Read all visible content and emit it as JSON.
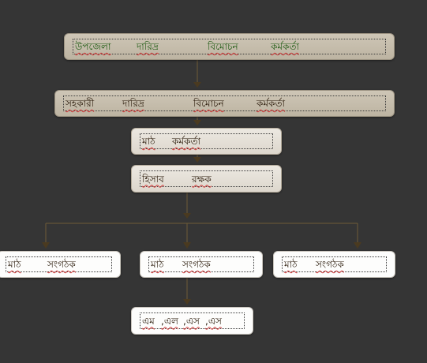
{
  "colors": {
    "background": "#353535",
    "box_tan": "#c8c0b0",
    "box_light": "#e4dfd6",
    "box_white": "#fdfdfc",
    "connector": "#6e5a36",
    "spellcheck_underline": "#d23a3a",
    "title_text": "#1e5a12"
  },
  "nodes": {
    "upazila_officer": {
      "words": [
        "উপজেলা",
        "দারিদ্র",
        "বিমোচন",
        "কর্মকর্তা"
      ]
    },
    "assistant_officer": {
      "words": [
        "সহকারী",
        "দারিদ্র",
        "বিমোচন",
        "কর্মকর্তা"
      ]
    },
    "field_officer": {
      "words": [
        "মাঠ",
        "কর্মকর্তা"
      ]
    },
    "accountant": {
      "words": [
        "হিসাব",
        "রক্ষক"
      ]
    },
    "field_organizer_left": {
      "words": [
        "মাঠ",
        "সংগঠক"
      ]
    },
    "field_organizer_center": {
      "words": [
        "মাঠ",
        "সংগঠক"
      ]
    },
    "field_organizer_right": {
      "words": [
        "মাঠ",
        "সংগঠক"
      ]
    },
    "mlss": {
      "words": [
        "এম",
        ",এল",
        ",এস",
        ",এস"
      ]
    }
  }
}
